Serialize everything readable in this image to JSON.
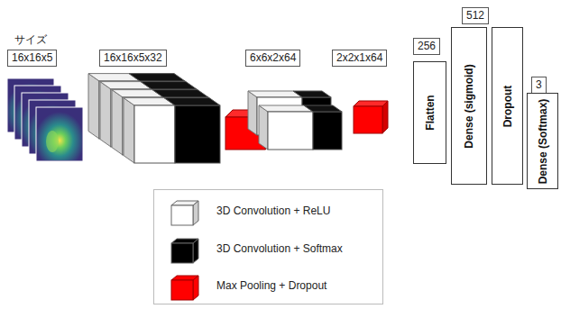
{
  "diagram": {
    "nodes": [
      {
        "text": [
          "16x16x5"
        ]
      },
      {
        "text": [
          "16x16x5x32"
        ]
      },
      {
        "text": [
          "6x6x2x64"
        ]
      },
      {
        "text": [
          "2x2x1x64"
        ]
      },
      {
        "text": [
          "256"
        ]
      },
      {
        "text": [
          "Flatten"
        ]
      },
      {
        "text": [
          "512"
        ]
      },
      {
        "text": [
          "Dense (sigmoid)"
        ]
      },
      {
        "text": [
          "Dropout"
        ]
      },
      {
        "text": [
          "3"
        ]
      },
      {
        "text": [
          "Dense (Softmax)"
        ]
      }
    ],
    "labels": [
      "サイズ"
    ],
    "legend": [
      {
        "text": "3D Convolution + ReLU",
        "color": "#ffffff"
      },
      {
        "text": "3D Convolution + Softmax",
        "color": "#000000"
      },
      {
        "text": "Max Pooling + Dropout",
        "color": "#ff0000"
      }
    ]
  }
}
